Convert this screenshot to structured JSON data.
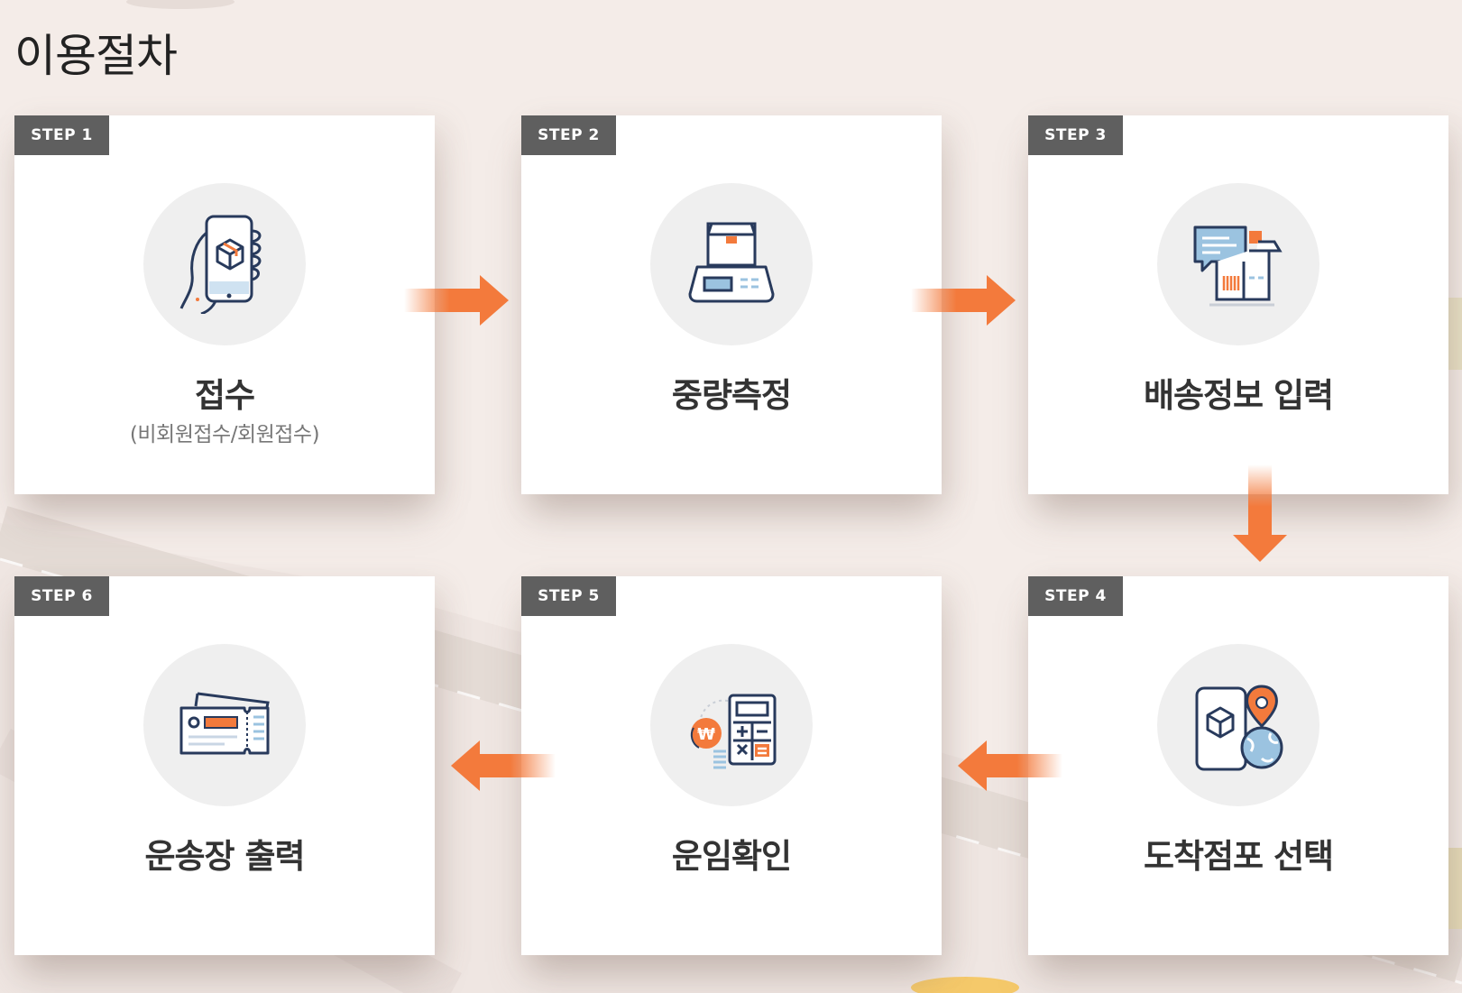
{
  "page_title": "이용절차",
  "steps": [
    {
      "badge": "STEP 1",
      "title": "접수",
      "subtitle": "(비회원접수/회원접수)",
      "icon": "smartphone-package-icon"
    },
    {
      "badge": "STEP 2",
      "title": "중량측정",
      "icon": "weighing-scale-icon"
    },
    {
      "badge": "STEP 3",
      "title": "배송정보 입력",
      "icon": "shipping-info-icon"
    },
    {
      "badge": "STEP 4",
      "title": "도착점포 선택",
      "icon": "store-location-icon"
    },
    {
      "badge": "STEP 5",
      "title": "운임확인",
      "icon": "fare-calculator-icon"
    },
    {
      "badge": "STEP 6",
      "title": "운송장 출력",
      "icon": "waybill-ticket-icon"
    }
  ],
  "colors": {
    "background": "#f4ece8",
    "card": "#ffffff",
    "badge": "#5f5f5f",
    "accent_orange": "#f37a3c",
    "icon_navy": "#283a5c",
    "icon_blue": "#9bc3e0",
    "icon_circle": "#efefef"
  }
}
